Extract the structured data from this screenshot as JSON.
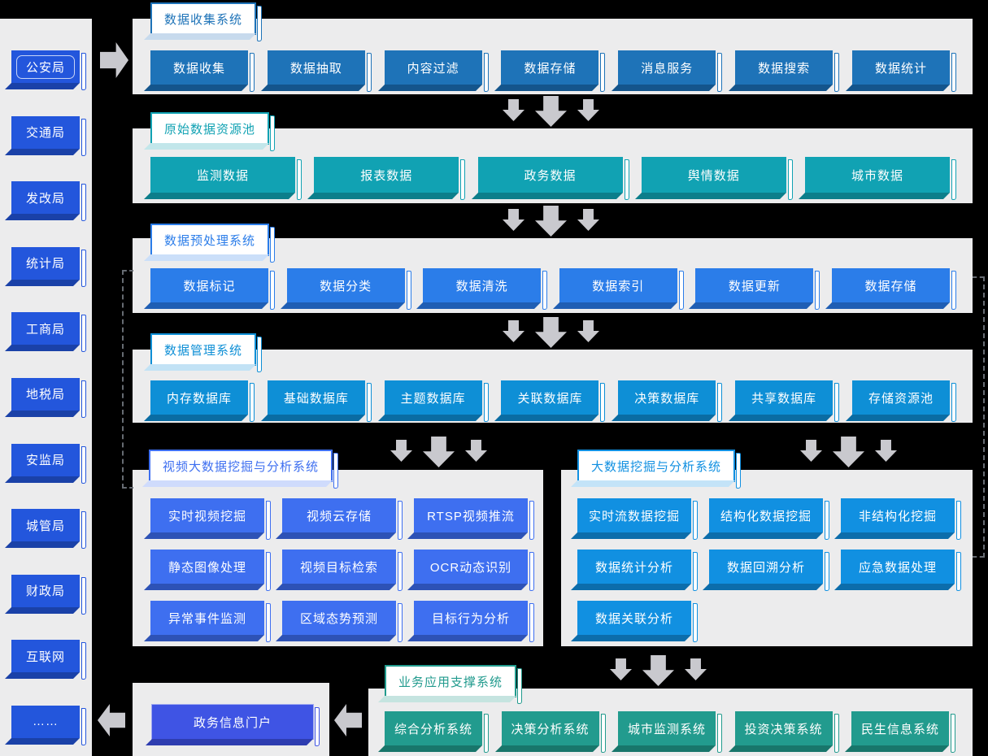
{
  "sidebar": {
    "items": [
      "公安局",
      "交通局",
      "发改局",
      "统计局",
      "工商局",
      "地税局",
      "安监局",
      "城管局",
      "财政局",
      "互联网",
      "……"
    ],
    "color": "#2356dc"
  },
  "collection": {
    "title": "数据收集系统",
    "items": [
      "数据收集",
      "数据抽取",
      "内容过滤",
      "数据存储",
      "消息服务",
      "数据搜索",
      "数据统计"
    ],
    "color": "#1e73b8"
  },
  "raw_pool": {
    "title": "原始数据资源池",
    "items": [
      "监测数据",
      "报表数据",
      "政务数据",
      "舆情数据",
      "城市数据"
    ],
    "color": "#11a2b3"
  },
  "preprocess": {
    "title": "数据预处理系统",
    "items": [
      "数据标记",
      "数据分类",
      "数据清洗",
      "数据索引",
      "数据更新",
      "数据存储"
    ],
    "color": "#2b7de9"
  },
  "management": {
    "title": "数据管理系统",
    "items": [
      "内存数据库",
      "基础数据库",
      "主题数据库",
      "关联数据库",
      "决策数据库",
      "共享数据库",
      "存储资源池"
    ],
    "color": "#0e8fd6"
  },
  "video_mining": {
    "title": "视频大数据挖掘与分析系统",
    "items": [
      "实时视频挖掘",
      "视频云存储",
      "RTSP视频推流",
      "静态图像处理",
      "视频目标检索",
      "OCR动态识别",
      "异常事件监测",
      "区域态势预测",
      "目标行为分析"
    ],
    "color": "#3e6ff0"
  },
  "big_mining": {
    "title": "大数据挖掘与分析系统",
    "items": [
      "实时流数据挖掘",
      "结构化数据挖掘",
      "非结构化挖掘",
      "数据统计分析",
      "数据回溯分析",
      "应急数据处理",
      "数据关联分析"
    ],
    "color": "#1190e1"
  },
  "business": {
    "title": "业务应用支撑系统",
    "items": [
      "综合分析系统",
      "决策分析系统",
      "城市监测系统",
      "投资决策系统",
      "民生信息系统"
    ],
    "color": "#229b8e"
  },
  "portal": {
    "label": "政务信息门户",
    "color": "#3f54e4"
  },
  "colors": {
    "background": "#000000",
    "panel": "#ececed",
    "arrow": "#c9c9ce",
    "dashed_line": "#666b72"
  }
}
